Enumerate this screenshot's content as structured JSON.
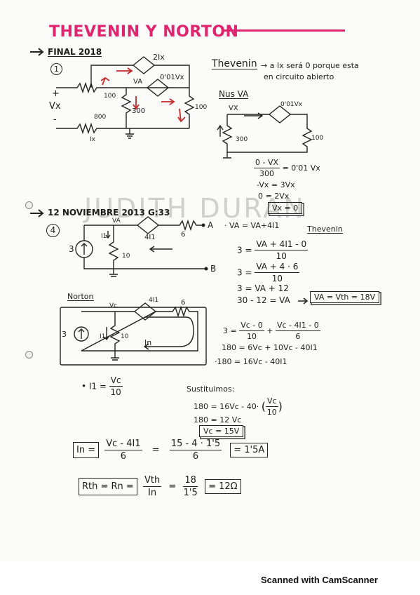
{
  "title": "THEVENIN Y NORTON",
  "watermark": "JUDITH DURAN",
  "footer": "Scanned with CamScanner",
  "colors": {
    "title": "#e0256f",
    "arrows": "#c62828",
    "ink": "#1c1c1c"
  },
  "section1": {
    "heading": "FINAL 2018",
    "number": "1",
    "circuit": {
      "dep_source_top": "2Ix",
      "dep_source_mid": "0'01Vx",
      "r1": "100",
      "r2": "300",
      "r3": "100",
      "r4": "800",
      "node": "VA",
      "plus": "+",
      "minus": "-",
      "vx": "Vx",
      "ix": "Ix"
    },
    "thevenin_label": "Thevenin",
    "thevenin_note_1": "→ a Ix será 0 porque esta",
    "thevenin_note_2": "en circuito abierto",
    "nus_label": "Nus VA",
    "nus_circuit": {
      "vx": "VX",
      "dep": "0'01Vx",
      "r_left": "300",
      "r_right": "100"
    },
    "eq1_num": "0 - VX",
    "eq1_den": "300",
    "eq1_rhs": "= 0'01 Vx",
    "eq2": "-Vx = 3Vx",
    "eq3": "0 = 2Vx",
    "eq4": "Vx = 0"
  },
  "section2": {
    "heading": "12 NOVIEMBRE 2013  G:33",
    "number": "4",
    "circuit": {
      "i1": "I1",
      "va": "VA",
      "dep": "4I1",
      "r_dep": "6",
      "src": "3",
      "r_left": "10",
      "node_a": "A",
      "node_b": "B"
    },
    "va_eq": "· VA = VA+4I1",
    "thevenin_label": "Thevenin",
    "eqA_lhs": "3 =",
    "eqA_num": "VA + 4I1 - 0",
    "eqA_den": "10",
    "eqB_lhs": "3 =",
    "eqB_num": "VA + 4 · 6",
    "eqB_den": "10",
    "eqC": "3 = VA + 12",
    "eqD": "30 - 12 = VA",
    "eqD_box": "VA = Vth = 18V",
    "norton_label": "Norton",
    "norton_circuit": {
      "vc": "Vc",
      "dep": "4I1",
      "r": "6",
      "src": "3",
      "i1": "I1",
      "r_left": "10",
      "in": "In"
    },
    "eqE_lhs": "3 =",
    "eqE_num1": "Vc - 0",
    "eqE_den1": "10",
    "eqE_num2": "Vc - 4I1 - 0",
    "eqE_den2": "6",
    "eqF": "180 = 6Vc + 10Vc - 40I1",
    "eqG": "·180 = 16Vc - 40I1",
    "i1_lhs": "• I1 =",
    "i1_num": "Vc",
    "i1_den": "10",
    "sust_label": "Sustituimos:",
    "eqH": "180 = 16Vc - 40·",
    "eqH_num": "Vc",
    "eqH_den": "10",
    "eqI": "180 = 12 Vc",
    "eqJ": "Vc = 15V",
    "in_lhs": "In =",
    "in_num": "Vc - 4I1",
    "in_den": "6",
    "in_mid_num": "15 - 4 · 1'5",
    "in_mid_den": "6",
    "in_result": "= 1'5A",
    "rth_lhs": "Rth = Rn =",
    "rth_num1": "Vth",
    "rth_den1": "In",
    "rth_num2": "18",
    "rth_den2": "1'5",
    "rth_result": "= 12Ω"
  }
}
